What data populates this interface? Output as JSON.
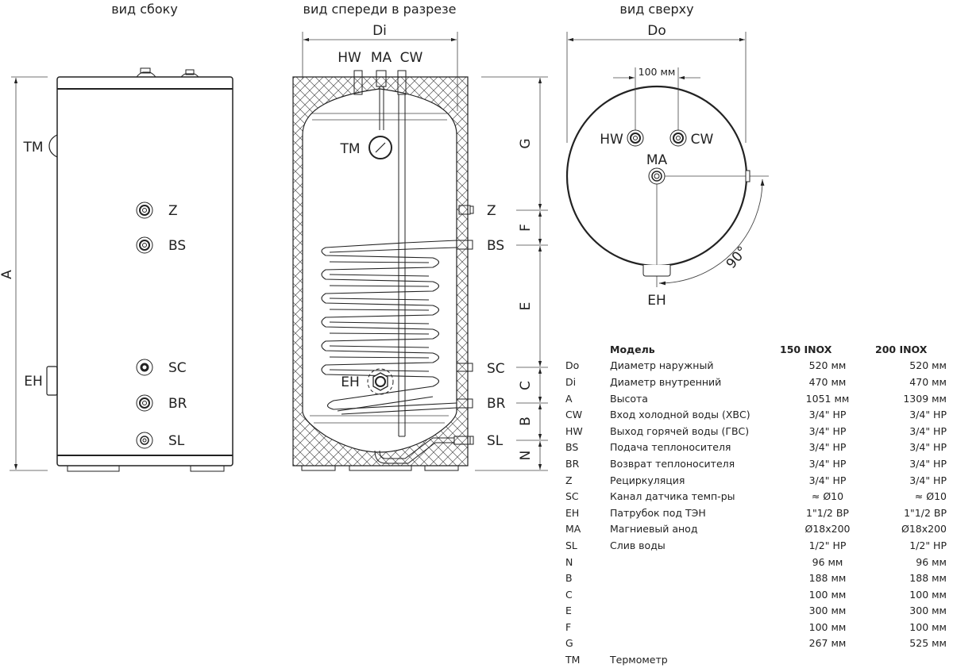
{
  "views": {
    "side": {
      "title": "вид сбоку",
      "height_dim": "A",
      "labels": {
        "tm": "TM",
        "z": "Z",
        "bs": "BS",
        "eh": "EH",
        "sc": "SC",
        "br": "BR",
        "sl": "SL"
      }
    },
    "section": {
      "title": "вид спереди в разрезе",
      "width_dim": "Di",
      "labels": {
        "hw": "HW",
        "ma": "MA",
        "cw": "CW",
        "tm": "TM",
        "eh": "EH",
        "z": "Z",
        "bs": "BS",
        "sc": "SC",
        "br": "BR",
        "sl": "SL"
      },
      "dims": {
        "g": "G",
        "f": "F",
        "e": "E",
        "c": "C",
        "b": "B",
        "n": "N"
      }
    },
    "top": {
      "title": "вид сверху",
      "width_dim": "Do",
      "spacing": "100 мм",
      "angle": "90°",
      "labels": {
        "hw": "HW",
        "cw": "CW",
        "ma": "MA",
        "eh": "EH"
      }
    }
  },
  "spec_table": {
    "header": {
      "code": "",
      "name": "Модель",
      "v1": "150 INOX",
      "v2": "200 INOX"
    },
    "rows": [
      {
        "code": "Do",
        "name": "Диаметр наружный",
        "v1": "520 мм",
        "v2": "520 мм"
      },
      {
        "code": "Di",
        "name": "Диаметр внутренний",
        "v1": "470 мм",
        "v2": "470 мм"
      },
      {
        "code": "A",
        "name": "Высота",
        "v1": "1051 мм",
        "v2": "1309 мм"
      },
      {
        "code": "CW",
        "name": "Вход холодной воды (ХВС)",
        "v1": "3/4\" НР",
        "v2": "3/4\" НР"
      },
      {
        "code": "HW",
        "name": "Выход горячей воды (ГВС)",
        "v1": "3/4\" НР",
        "v2": "3/4\" НР"
      },
      {
        "code": "BS",
        "name": "Подача теплоносителя",
        "v1": "3/4\" НР",
        "v2": "3/4\" НР"
      },
      {
        "code": "BR",
        "name": "Возврат теплоносителя",
        "v1": "3/4\" НР",
        "v2": "3/4\" НР"
      },
      {
        "code": "Z",
        "name": "Рециркуляция",
        "v1": "3/4\" НР",
        "v2": "3/4\" НР"
      },
      {
        "code": "SC",
        "name": "Канал датчика темп-ры",
        "v1": "≈ Ø10",
        "v2": "≈ Ø10"
      },
      {
        "code": "EH",
        "name": "Патрубок под ТЭН",
        "v1": "1\"1/2 ВР",
        "v2": "1\"1/2 ВР"
      },
      {
        "code": "MA",
        "name": "Магниевый анод",
        "v1": "Ø18x200",
        "v2": "Ø18x200"
      },
      {
        "code": "SL",
        "name": "Слив воды",
        "v1": "1/2\" НР",
        "v2": "1/2\" НР"
      },
      {
        "code": "N",
        "name": "",
        "v1": "96 мм",
        "v2": "96 мм"
      },
      {
        "code": "B",
        "name": "",
        "v1": "188 мм",
        "v2": "188 мм"
      },
      {
        "code": "C",
        "name": "",
        "v1": "100 мм",
        "v2": "100 мм"
      },
      {
        "code": "E",
        "name": "",
        "v1": "300 мм",
        "v2": "300 мм"
      },
      {
        "code": "F",
        "name": "",
        "v1": "100 мм",
        "v2": "100 мм"
      },
      {
        "code": "G",
        "name": "",
        "v1": "267 мм",
        "v2": "525 мм"
      },
      {
        "code": "TM",
        "name": "Термометр",
        "v1": "",
        "v2": ""
      }
    ]
  },
  "colors": {
    "line": "#222222",
    "insulation": "#555555",
    "background": "#ffffff"
  }
}
